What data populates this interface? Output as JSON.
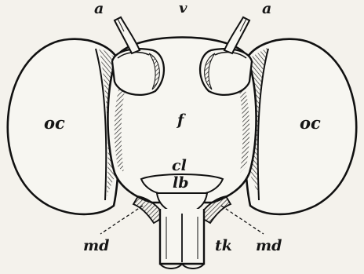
{
  "figure": {
    "labels": {
      "antenna_left": "a",
      "antenna_right": "a",
      "vertex": "v",
      "eye_left": "oc",
      "eye_right": "oc",
      "frons": "f",
      "clypeus": "cl",
      "labrum": "lb",
      "mandible_left": "md",
      "mandible_right": "md",
      "trunk": "tk"
    }
  }
}
